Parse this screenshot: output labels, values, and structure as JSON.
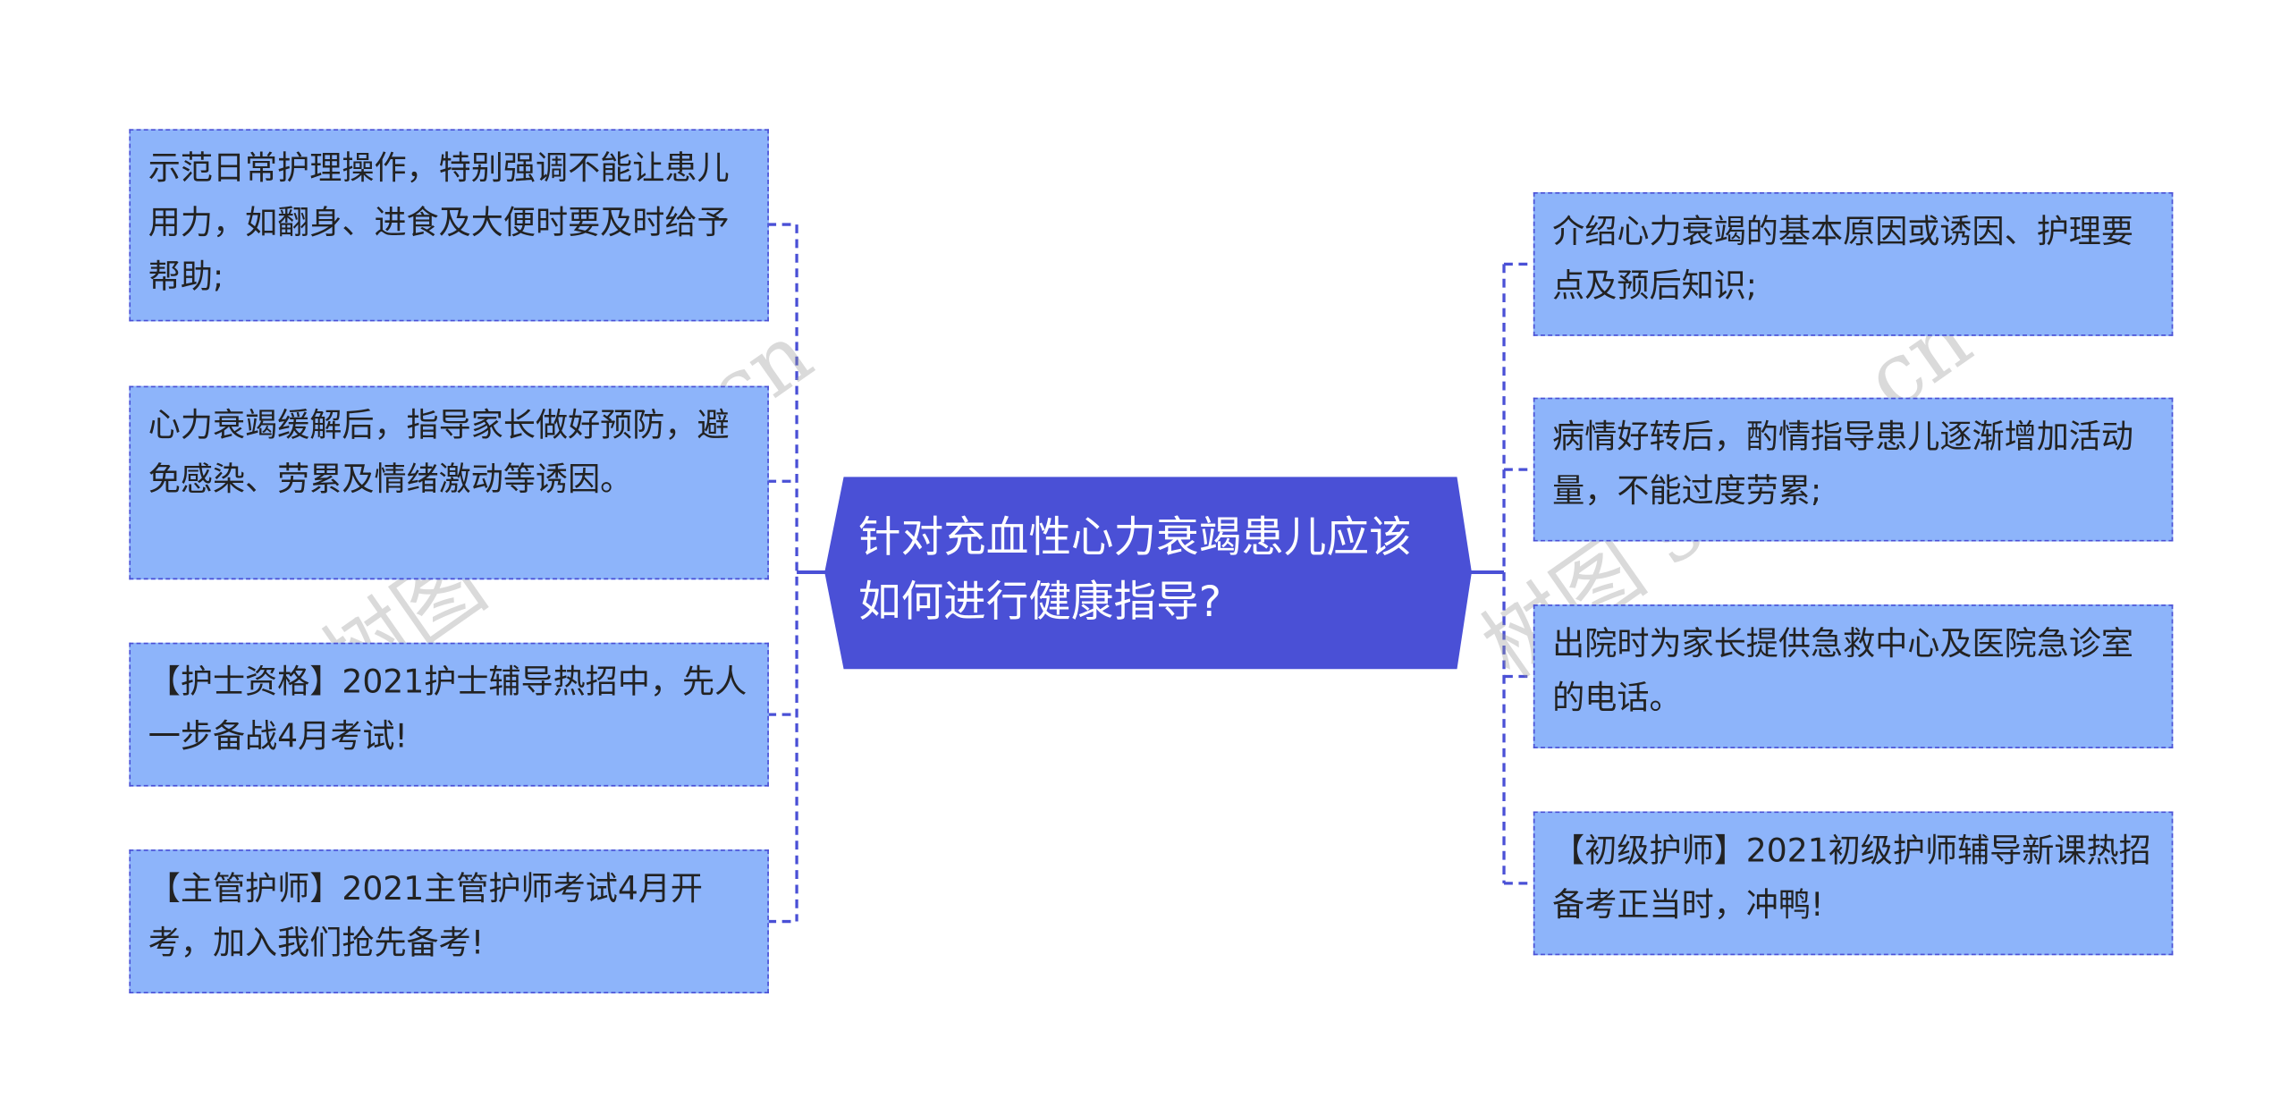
{
  "center": {
    "title": "针对充血性心力衰竭患儿应该如何进行健康指导?"
  },
  "left_nodes": [
    {
      "text": "示范日常护理操作，特别强调不能让患儿用力，如翻身、进食及大便时要及时给予帮助;"
    },
    {
      "text": "心力衰竭缓解后，指导家长做好预防，避免感染、劳累及情绪激动等诱因。"
    },
    {
      "text": "【护士资格】2021护士辅导热招中，先人一步备战4月考试!"
    },
    {
      "text": "【主管护师】2021主管护师考试4月开考，加入我们抢先备考!"
    }
  ],
  "right_nodes": [
    {
      "text": "介绍心力衰竭的基本原因或诱因、护理要点及预后知识;"
    },
    {
      "text": "病情好转后，酌情指导患儿逐渐增加活动量，不能过度劳累;"
    },
    {
      "text": "出院时为家长提供急救中心及医院急诊室的电话。"
    },
    {
      "text": "【初级护师】2021初级护师辅导新课热招 备考正当时，冲鸭!"
    }
  ],
  "watermark": "树图 shutu.cn",
  "colors": {
    "node_fill": "#8db4fa",
    "center_fill": "#4a50d6",
    "line": "#4a50d6"
  }
}
